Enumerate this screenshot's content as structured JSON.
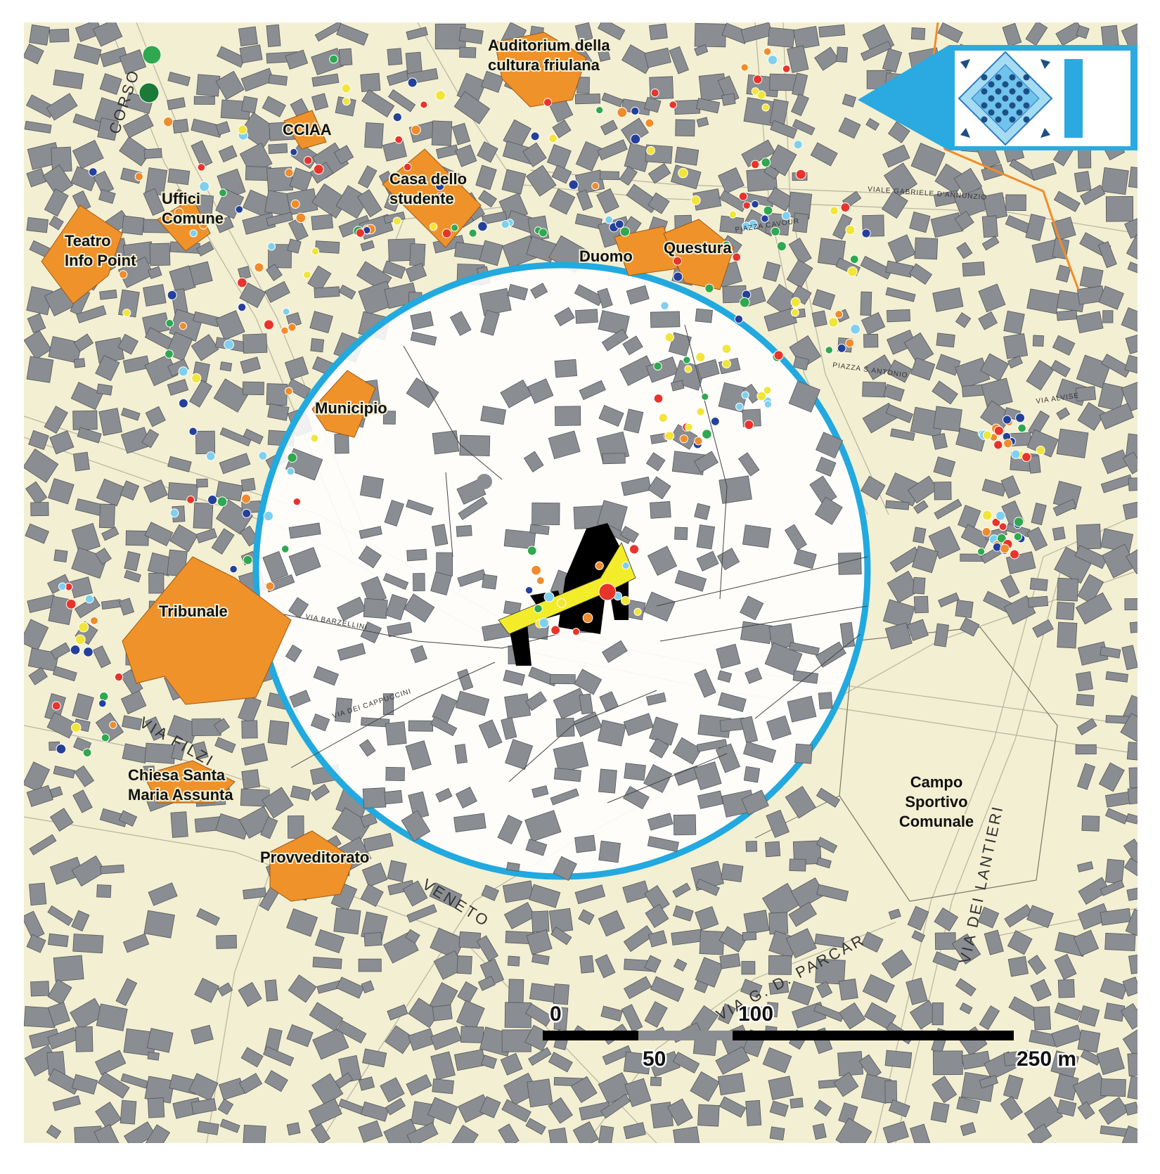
{
  "landmarks": [
    {
      "id": "auditorium",
      "lines": [
        "Auditorium della",
        "cultura friulana"
      ]
    },
    {
      "id": "cciaa",
      "lines": [
        "CCIAA"
      ]
    },
    {
      "id": "casa-studente",
      "lines": [
        "Casa dello",
        "studente"
      ]
    },
    {
      "id": "uffici-comune",
      "lines": [
        "Uffici",
        "Comune"
      ]
    },
    {
      "id": "teatro",
      "lines": [
        "Teatro",
        "Info Point"
      ]
    },
    {
      "id": "duomo",
      "lines": [
        "Duomo"
      ]
    },
    {
      "id": "questura",
      "lines": [
        "Questura"
      ]
    },
    {
      "id": "municipio",
      "lines": [
        "Municipio"
      ]
    },
    {
      "id": "tribunale",
      "lines": [
        "Tribunale"
      ]
    },
    {
      "id": "chiesa",
      "lines": [
        "Chiesa Santa",
        "Maria Assunta"
      ]
    },
    {
      "id": "provveditorato",
      "lines": [
        "Provveditorato"
      ]
    },
    {
      "id": "campo",
      "lines": [
        "Campo",
        "Sportivo",
        "Comunale"
      ]
    }
  ],
  "streets": {
    "filzi": "VIA FILZI",
    "veneto": "VENETO",
    "parcar": "VIA G. D. PARCAR",
    "lantieri": "VIA DEI LANTIERI",
    "cappuccini": "VIA DEI CAPPUCCINI",
    "barzellini": "VIA BARZELLINI",
    "corso": "CORSO",
    "alvise": "VIA ALVISE",
    "annunzio": "VIALE GABRIELE D'ANNUNZIO",
    "piazza_cavour": "PIAZZA CAVOUR",
    "piazza_sant_antonio": "PIAZZA S.ANTONIO"
  },
  "scale_bar": {
    "ticks": [
      "0",
      "50",
      "100",
      "250 m"
    ]
  },
  "colors": {
    "background": "#f3efd2",
    "building": "#8a8d92",
    "landmark": "#f0922a",
    "highlight_circle": "#22a9df",
    "focus_building": "#000000",
    "focus_street": "#f2ec2a",
    "poi_colors": [
      "#2fa84f",
      "#e8342a",
      "#24409a",
      "#f2e53a",
      "#7fd0ef",
      "#f08c2a"
    ]
  },
  "logo_icon": "diamond-arrows-icon"
}
